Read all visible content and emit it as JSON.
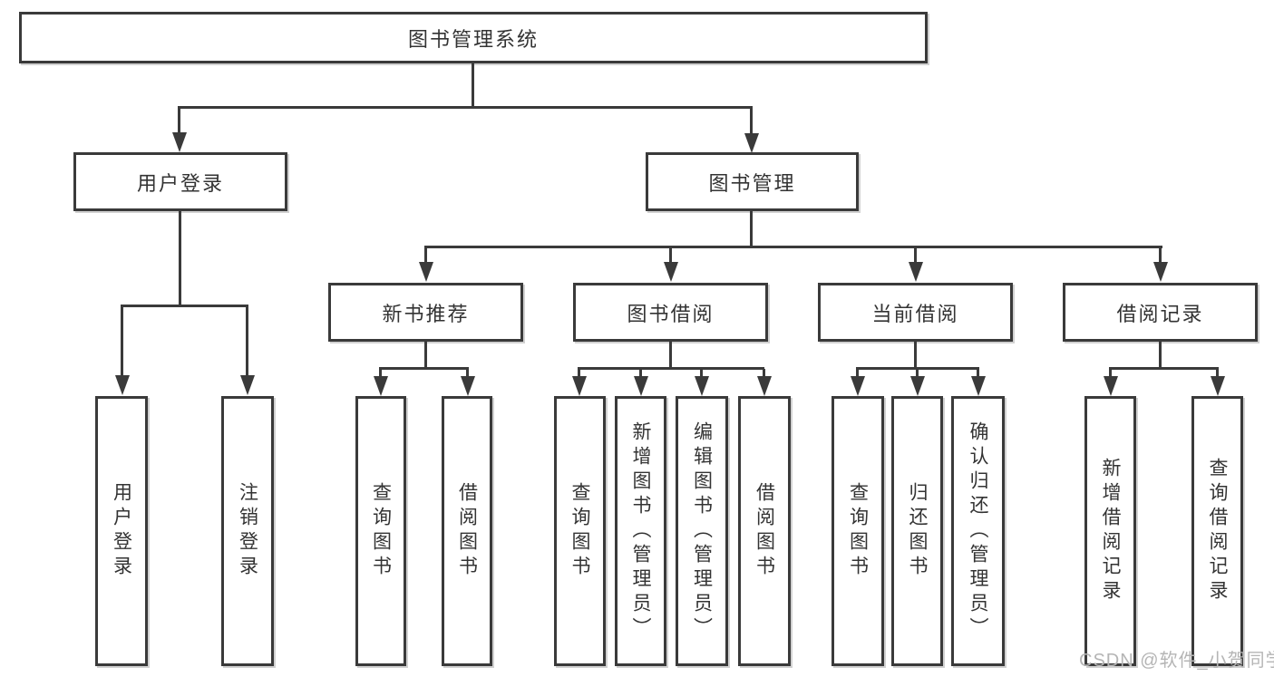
{
  "root": {
    "label": "图书管理系统"
  },
  "level2": {
    "user": {
      "label": "用户登录"
    },
    "mgmt": {
      "label": "图书管理"
    }
  },
  "level3": {
    "new_books": {
      "label": "新书推荐"
    },
    "book_borrow": {
      "label": "图书借阅"
    },
    "current_borrow": {
      "label": "当前借阅"
    },
    "borrow_records": {
      "label": "借阅记录"
    }
  },
  "leaves": {
    "user_login": {
      "label": "用户登录"
    },
    "logout": {
      "label": "注销登录"
    },
    "nb_query_books": {
      "label": "查询图书"
    },
    "nb_borrow_books": {
      "label": "借阅图书"
    },
    "bb_query_books": {
      "label": "查询图书"
    },
    "bb_add_books": {
      "label": "新增图书（管理员）"
    },
    "bb_edit_books": {
      "label": "编辑图书（管理员）"
    },
    "bb_borrow_books": {
      "label": "借阅图书"
    },
    "cb_query_books": {
      "label": "查询图书"
    },
    "cb_return_books": {
      "label": "归还图书"
    },
    "cb_confirm_return": {
      "label": "确认归还（管理员）"
    },
    "br_add_record": {
      "label": "新增借阅记录"
    },
    "br_query_record": {
      "label": "查询借阅记录"
    }
  },
  "watermark": {
    "label": "CSDN @软件_小贺同学"
  },
  "colors": {
    "line": "#3a3a3a",
    "text": "#333333",
    "box_bg": "#ffffff",
    "watermark": "#b5b5b5",
    "background": "#ffffff"
  }
}
